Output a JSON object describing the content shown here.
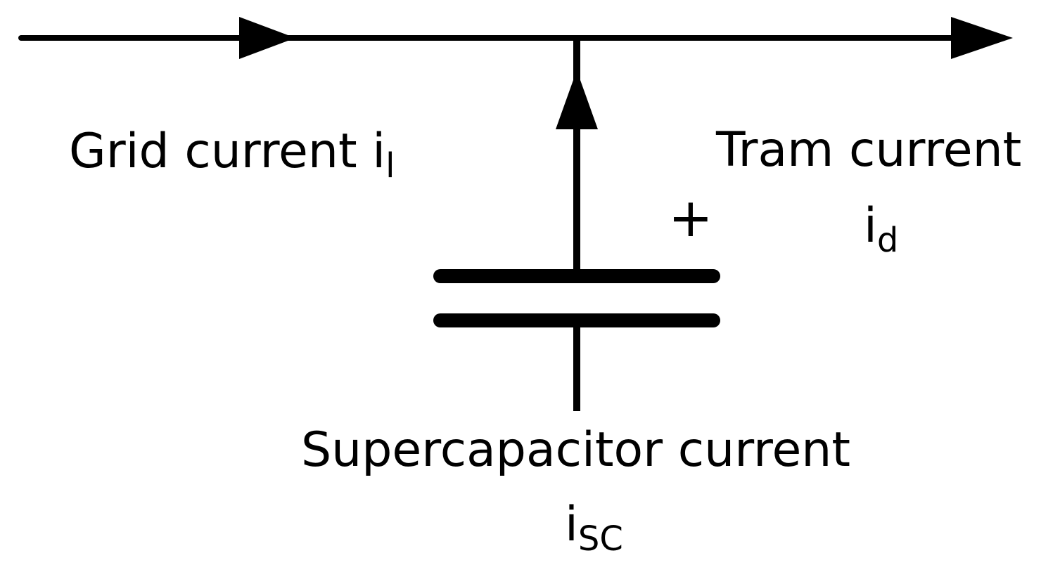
{
  "grid_current": {
    "text": "Grid current ",
    "symbol": "i",
    "subscript": "l"
  },
  "tram_current": {
    "text": "Tram current",
    "symbol": "i",
    "subscript": "d"
  },
  "supercapacitor_current": {
    "text": "Supercapacitor current",
    "symbol": "i",
    "subscript": "SC"
  },
  "polarity": "+",
  "colors": {
    "line": "#000000",
    "background": "#ffffff"
  }
}
